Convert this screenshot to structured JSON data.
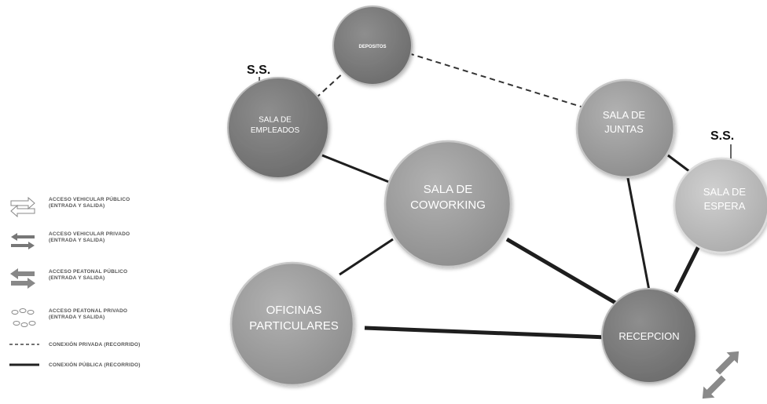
{
  "nodes": {
    "depositos": "DEPOSITOS",
    "sala_empleados": "SALA DE\nEMPLEADOS",
    "sala_coworking": "SALA DE\nCOWORKING",
    "oficinas": "OFICINAS\nPARTICULARES",
    "sala_juntas": "SALA DE\nJUNTAS",
    "sala_espera": "SALA DE\nESPERA",
    "recepcion": "RECEPCION"
  },
  "annotations": {
    "ss_left": "S.S.",
    "ss_right": "S.S."
  },
  "legend": {
    "vehicular_publico": "ACCESO VEHICULAR PÚBLICO\n(ENTRADA Y SALIDA)",
    "vehicular_privado": "ACCESO VEHICULAR PRIVADO\n(ENTRADA Y SALIDA)",
    "peatonal_publico": "ACCESO PEATONAL PÚBLICO\n(ENTRADA Y SALIDA)",
    "peatonal_privado": "ACCESO PEATONAL PRIVADO\n(ENTRADA Y SALIDA)",
    "conexion_privada": "CONEXIÓN PRIVADA (RECORRIDO)",
    "conexion_publica": "CONEXIÓN PÚBLICA (RECORRIDO)"
  },
  "colors": {
    "dark_node": "#7b7b7b",
    "mid_node": "#9a9a9a",
    "light_node": "#bdbdbd",
    "line": "#1e1e1e",
    "node_text": "#ffffff"
  }
}
